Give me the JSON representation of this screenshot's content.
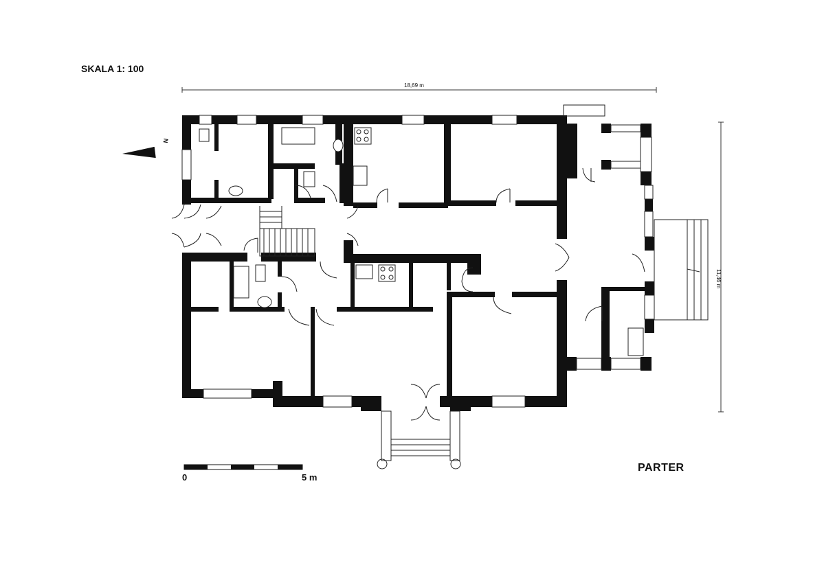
{
  "sheet": {
    "scale_label": "SKALA 1: 100",
    "floor_label": "PARTER",
    "width_dimension": "18,69 m",
    "depth_dimension": "11,46 m",
    "scale_bar_start": "0",
    "scale_bar_end": "5 m",
    "north_label": "N"
  },
  "colors": {
    "wall": "#111111",
    "line": "#222222",
    "paper": "#ffffff"
  }
}
